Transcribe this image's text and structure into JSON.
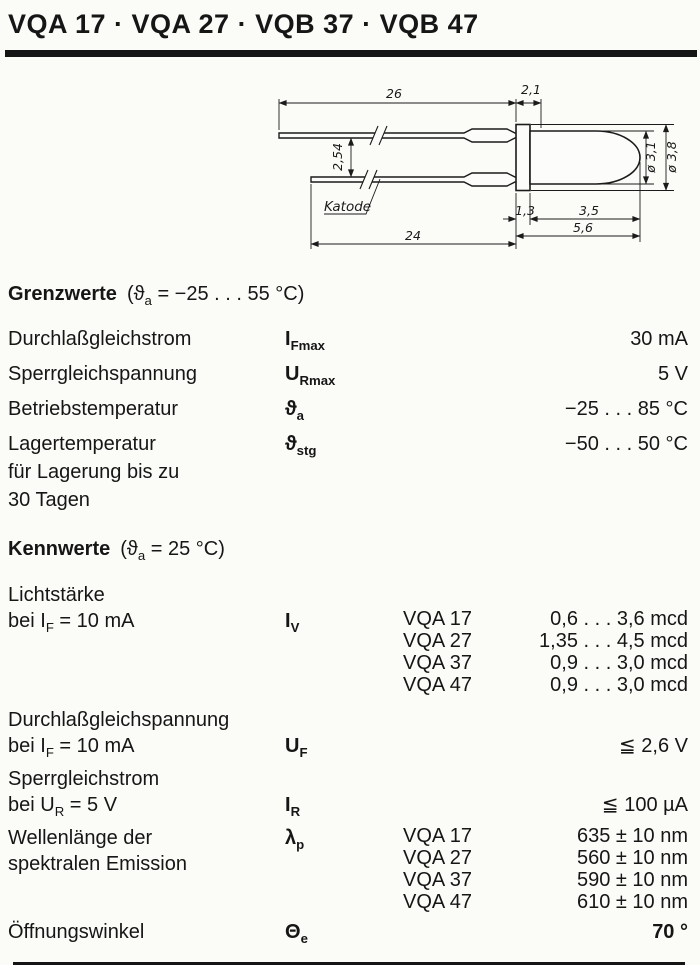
{
  "title": "VQA 17 · VQA 27 · VQB 37 · VQB 47",
  "drawing": {
    "dims": {
      "lead_top": "26",
      "tip": "2,1",
      "pitch": "2,54",
      "katode": "Katode",
      "lead_bottom": "24",
      "flange": "1,3",
      "dome": "3,5",
      "total": "5,6",
      "dia_dome": "ø 3,1",
      "dia_flange": "ø 3,8"
    }
  },
  "grenzwerte": {
    "heading": "Grenzwerte",
    "cond_pre": "(ϑ",
    "cond_sub": "a",
    "cond_post": " = −25 . . . 55 °C)",
    "rows": [
      {
        "label1": "Durchlaßgleichstrom",
        "sym": "I",
        "sub": "Fmax",
        "value": "30 mA"
      },
      {
        "label1": "Sperrgleichspannung",
        "sym": "U",
        "sub": "Rmax",
        "value": "5 V"
      },
      {
        "label1": "Betriebstemperatur",
        "sym": "ϑ",
        "sub": "a",
        "value": "−25 . . . 85 °C"
      },
      {
        "label1": "Lagertemperatur",
        "label2": "für Lagerung bis zu",
        "label3": "30 Tagen",
        "sym": "ϑ",
        "sub": "stg",
        "value": "−50 . . . 50 °C"
      }
    ]
  },
  "kennwerte": {
    "heading": "Kennwerte",
    "cond_pre": "(ϑ",
    "cond_sub": "a",
    "cond_post": " = 25 °C)",
    "rows": [
      {
        "label1": "Lichtstärke",
        "l2a": "bei I",
        "l2sub": "F",
        "l2b": " = 10 mA",
        "sym": "I",
        "sub": "V",
        "variants": [
          {
            "type": "VQA 17",
            "value": "0,6 . . . 3,6 mcd"
          },
          {
            "type": "VQA 27",
            "value": "1,35 . . . 4,5 mcd"
          },
          {
            "type": "VQA 37",
            "value": "0,9 . . . 3,0 mcd"
          },
          {
            "type": "VQA 47",
            "value": "0,9 . . . 3,0 mcd"
          }
        ]
      },
      {
        "label1": "Durchlaßgleichspannung",
        "l2a": "bei I",
        "l2sub": "F",
        "l2b": " = 10 mA",
        "sym": "U",
        "sub": "F",
        "value": "≦ 2,6 V"
      },
      {
        "label1": "Sperrgleichstrom",
        "l2a": "bei U",
        "l2sub": "R",
        "l2b": " = 5 V",
        "sym": "I",
        "sub": "R",
        "value": "≦ 100 µA"
      },
      {
        "label1": "Wellenlänge der",
        "l2a": "spektralen Emission",
        "sym": "λ",
        "sub": "p",
        "variants": [
          {
            "type": "VQA 17",
            "value": "635 ± 10 nm"
          },
          {
            "type": "VQA 27",
            "value": "560 ± 10 nm"
          },
          {
            "type": "VQA 37",
            "value": "590 ± 10 nm"
          },
          {
            "type": "VQA 47",
            "value": "610 ± 10 nm"
          }
        ]
      },
      {
        "label1": "Öffnungswinkel",
        "sym": "Θ",
        "sub": "e",
        "value": "70 °"
      }
    ]
  }
}
